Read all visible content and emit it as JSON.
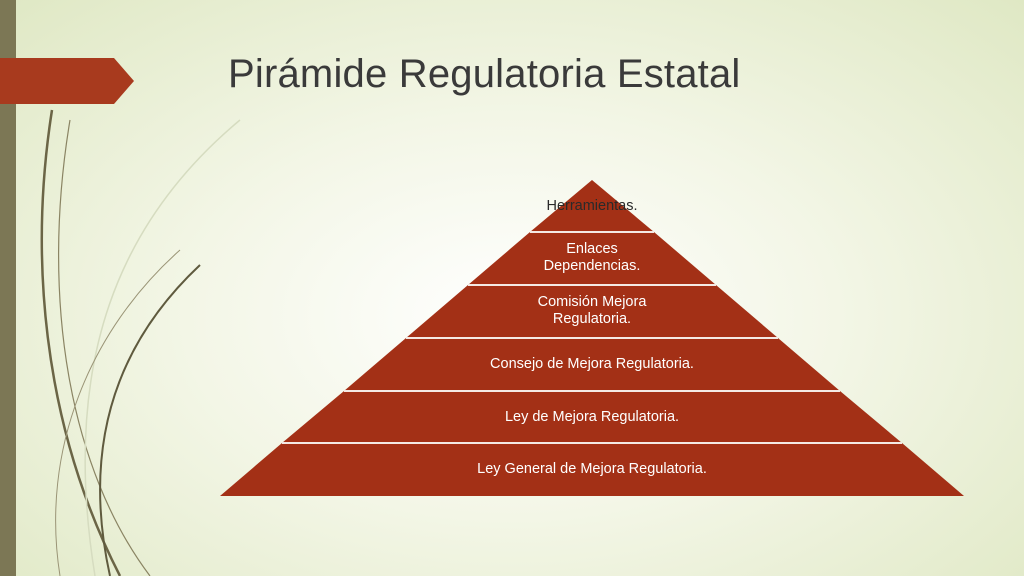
{
  "slide": {
    "title": "Pirámide Regulatoria Estatal"
  },
  "pyramid": {
    "levels": [
      {
        "lines": [
          "Herramientas."
        ]
      },
      {
        "lines": [
          "Enlaces",
          "Dependencias."
        ]
      },
      {
        "lines": [
          "Comisión Mejora",
          "Regulatoria."
        ]
      },
      {
        "lines": [
          "Consejo de Mejora Regulatoria."
        ]
      },
      {
        "lines": [
          "Ley de Mejora Regulatoria."
        ]
      },
      {
        "lines": [
          "Ley General de Mejora Regulatoria."
        ]
      }
    ]
  },
  "colors": {
    "pyramid_fill": "#a33016",
    "accent_arrow": "#a83a1e",
    "left_bar": "#7c7755",
    "swirl": "#6b6546",
    "title_text": "#3a3a3a"
  }
}
